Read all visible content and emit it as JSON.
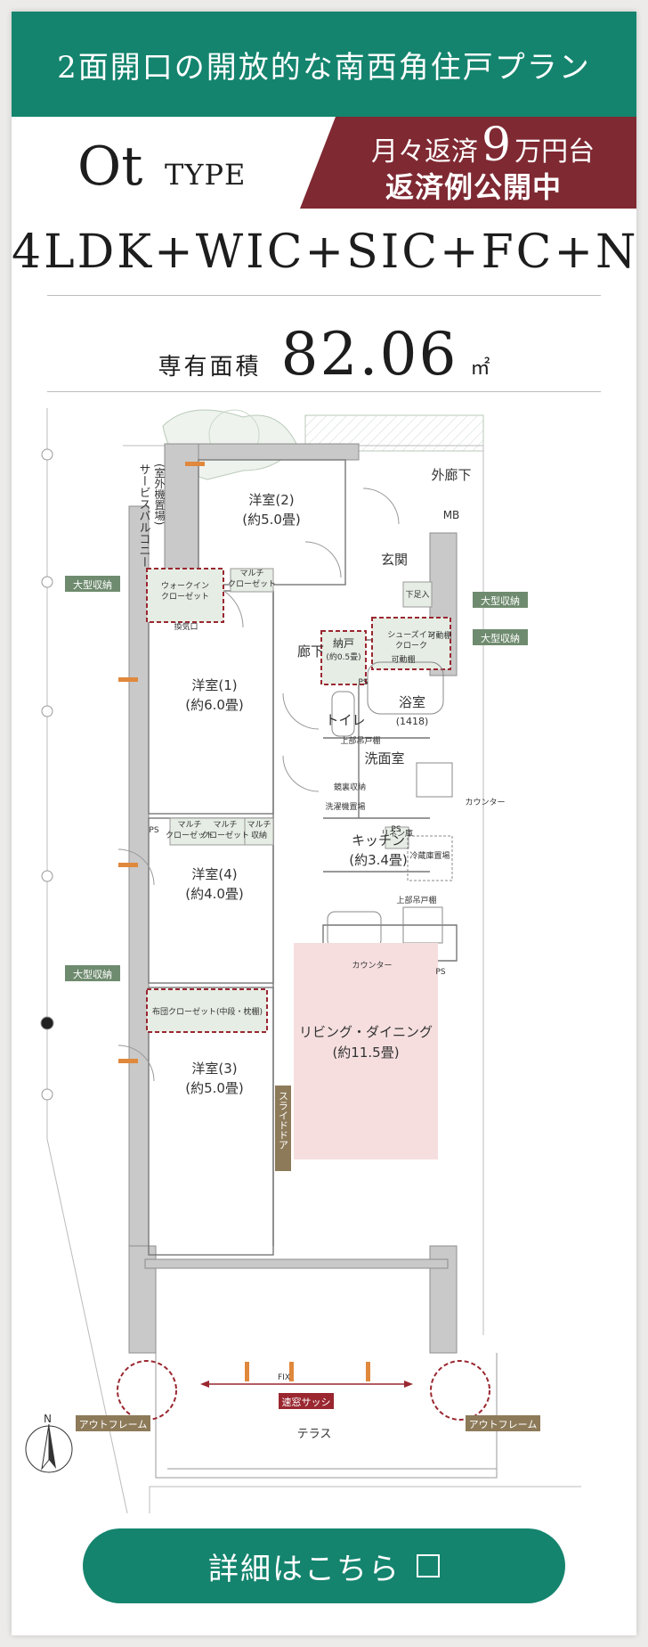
{
  "banner": {
    "title": "2面開口の開放的な南西角住戸プラン"
  },
  "type": {
    "main": "Ot",
    "sub": "TYPE"
  },
  "promo": {
    "prefix": "月々返済",
    "number": "9",
    "suffix": "万円台",
    "line2": "返済例公開中"
  },
  "layout_text": "4LDK+WIC+SIC+FC+N",
  "area": {
    "label": "専有面積",
    "value": "82.06",
    "unit": "㎡"
  },
  "plan": {
    "rooms": {
      "western2": "洋室(2)",
      "western2_size": "(約5.0畳)",
      "western1": "洋室(1)",
      "western1_size": "(約6.0畳)",
      "western4": "洋室(4)",
      "western4_size": "(約4.0畳)",
      "western3": "洋室(3)",
      "western3_size": "(約5.0畳)",
      "living": "リビング・ダイニング",
      "living_size": "(約11.5畳)",
      "kitchen": "キッチン",
      "kitchen_size": "(約3.4畳)",
      "bath": "浴室",
      "bath_size": "(1418)",
      "wash": "洗面室",
      "toilet": "トイレ",
      "hall": "廊下",
      "entrance": "玄関",
      "outer_corridor": "外廊下",
      "mb": "MB",
      "terrace": "テラス",
      "service_balcony": "サービスバルコニー",
      "service_balcony_sub": "(室外機置場)"
    },
    "storage": {
      "walkin": "ウォークイン",
      "walkin2": "クローゼット",
      "shoesin": "シューズイン",
      "shoesin2": "クローク",
      "movable": "可動棚",
      "movable2": "可動棚",
      "nando": "納戸",
      "nando_size": "(約0.5畳)",
      "multi": "マルチ",
      "multi_closet": "クローゼット",
      "multi_storage": "収納",
      "futon": "布団クローゼット(中段・枕棚)",
      "upper_shelf": "上部吊戸棚",
      "linen": "リネン庫",
      "counter": "カウンター",
      "fridge": "冷蔵庫置場",
      "shoebox": "下足入",
      "ventilation": "換気口",
      "ps": "PS",
      "laundry": "洗濯機置場",
      "wash_storage": "鏡裏収納"
    },
    "tags": {
      "large_storage": "大型収納",
      "outframe": "アウトフレーム",
      "double_sash": "速窓サッシ",
      "slide_door": "スライドドア",
      "fix": "FIX"
    },
    "compass": "N"
  },
  "cta": {
    "label": "詳細はこちら"
  }
}
